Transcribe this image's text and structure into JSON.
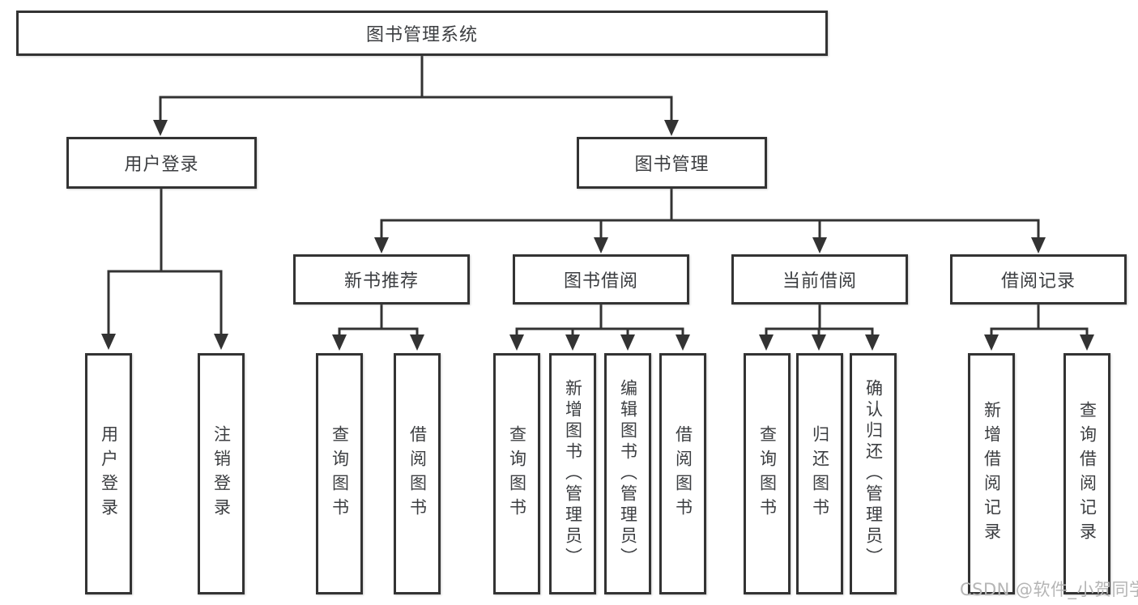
{
  "title": {
    "root": "图书管理系统"
  },
  "level2": {
    "user_login": "用户登录",
    "book_management": "图书管理"
  },
  "level3": {
    "new_book": "新书推荐",
    "book_borrow": "图书借阅",
    "current_borrow": "当前借阅",
    "borrow_record": "借阅记录"
  },
  "leaves": {
    "user_login": [
      "用户登录",
      "注销登录"
    ],
    "new_book": [
      "查询图书",
      "借阅图书"
    ],
    "book_borrow": [
      "查询图书",
      "新增图书（管理员）",
      "编辑图书（管理员）",
      "借阅图书"
    ],
    "current_borrow": [
      "查询图书",
      "归还图书",
      "确认归还（管理员）"
    ],
    "borrow_record": [
      "新增借阅记录",
      "查询借阅记录"
    ]
  },
  "watermark": "CSDN @软件_小贺同学",
  "colors": {
    "line": "#333333",
    "text": "#3c3e41",
    "background": "#ffffff",
    "watermark": "#b5b5b5"
  }
}
